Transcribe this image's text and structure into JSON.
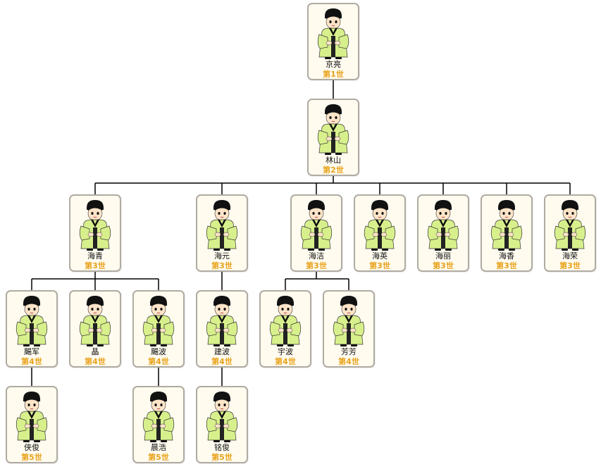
{
  "colors": {
    "card_border": "#b0aba2",
    "card_bg": "#fffbef",
    "generation_text": "#e8a21a",
    "connector": "#000000",
    "robe": "#d8f08c",
    "hair": "#111111"
  },
  "figure_icon": "scholar-figure-icon",
  "members": [
    {
      "id": "jingliang",
      "name": "京亮",
      "generation": "第1世",
      "parent": null
    },
    {
      "id": "linshan",
      "name": "林山",
      "generation": "第2世",
      "parent": "jingliang"
    },
    {
      "id": "haiqing",
      "name": "海青",
      "generation": "第3世",
      "parent": "linshan"
    },
    {
      "id": "haiyuan",
      "name": "海元",
      "generation": "第3世",
      "parent": "linshan"
    },
    {
      "id": "haijie",
      "name": "海洁",
      "generation": "第3世",
      "parent": "linshan"
    },
    {
      "id": "haiying",
      "name": "海英",
      "generation": "第3世",
      "parent": "linshan"
    },
    {
      "id": "haili",
      "name": "海丽",
      "generation": "第3世",
      "parent": "linshan"
    },
    {
      "id": "haixiang",
      "name": "海香",
      "generation": "第3世",
      "parent": "linshan"
    },
    {
      "id": "hairong",
      "name": "海荣",
      "generation": "第3世",
      "parent": "linshan"
    },
    {
      "id": "yijun",
      "name": "颺军",
      "generation": "第4世",
      "parent": "haiqing"
    },
    {
      "id": "jing",
      "name": "晶",
      "generation": "第4世",
      "parent": "haiqing"
    },
    {
      "id": "yibo",
      "name": "颺波",
      "generation": "第4世",
      "parent": "haiqing"
    },
    {
      "id": "jianbo",
      "name": "建波",
      "generation": "第4世",
      "parent": "haiyuan"
    },
    {
      "id": "yubo",
      "name": "宇波",
      "generation": "第4世",
      "parent": "haijie"
    },
    {
      "id": "fangfang",
      "name": "芳芳",
      "generation": "第4世",
      "parent": "haijie"
    },
    {
      "id": "xiajun",
      "name": "侠俊",
      "generation": "第5世",
      "parent": "yijun"
    },
    {
      "id": "chenhao",
      "name": "晨浩",
      "generation": "第5世",
      "parent": "yibo"
    },
    {
      "id": "mingjun",
      "name": "铭俊",
      "generation": "第5世",
      "parent": "jianbo"
    }
  ]
}
